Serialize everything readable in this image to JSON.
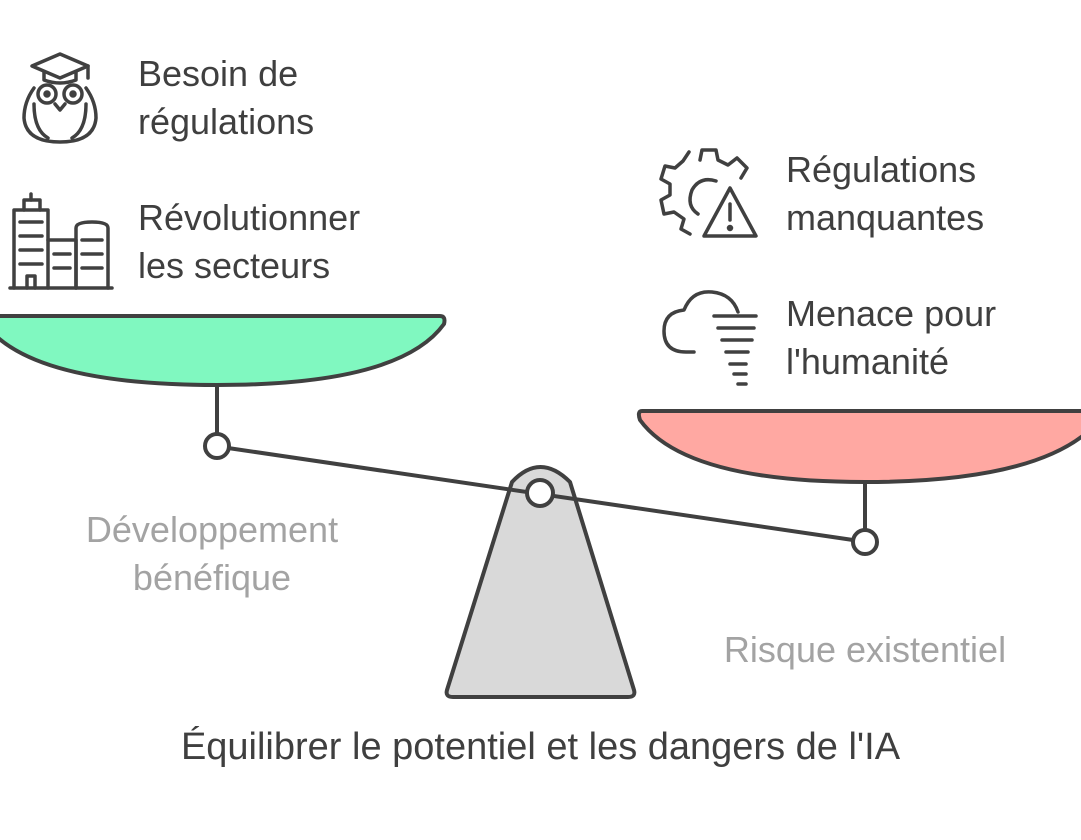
{
  "title": "Équilibrer le potentiel et les dangers de l'IA",
  "left_side": {
    "label_line1": "Développement",
    "label_line2": "bénéfique",
    "pan_color": "#80f8c0",
    "items": [
      {
        "line1": "Besoin de",
        "line2": "régulations",
        "icon": "owl-graduate-icon"
      },
      {
        "line1": "Révolutionner",
        "line2": "les secteurs",
        "icon": "city-buildings-icon"
      }
    ]
  },
  "right_side": {
    "label": "Risque existentiel",
    "pan_color": "#ffa8a2",
    "items": [
      {
        "line1": "Régulations",
        "line2": "manquantes",
        "icon": "gear-warning-icon"
      },
      {
        "line1": "Menace pour",
        "line2": "l'humanité",
        "icon": "cloud-tornado-icon"
      }
    ]
  },
  "colors": {
    "stroke": "#404040",
    "fulcrum": "#d9d9d9",
    "side_label": "#a3a3a3"
  }
}
